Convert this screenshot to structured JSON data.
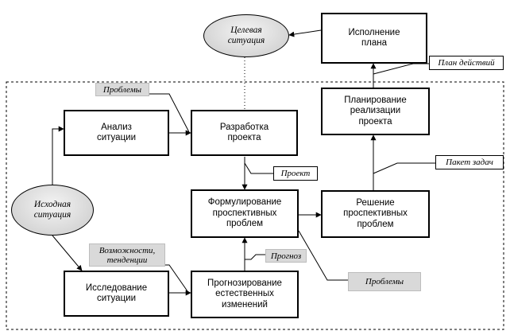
{
  "boxes": {
    "analysis": "Анализ\nситуации",
    "project_development": "Разработка\nпроекта",
    "formulation": "Формулирование\nпроспективных\nпроблем",
    "solution": "Решение\nпроспективных\nпроблем",
    "planning": "Планирование\nреализации\nпроекта",
    "execution": "Исполнение\nплана",
    "research": "Исследование\nситуации",
    "forecasting": "Прогнозирование\nестественных\nизменений"
  },
  "ellipses": {
    "target": "Целевая\nситуация",
    "initial": "Исходная\nситуация"
  },
  "tags": {
    "problems_top": "Проблемы",
    "project": "Проект",
    "forecast": "Прогноз",
    "possibilities": "Возможности,\nтенденции",
    "problems_bottom": "Проблемы",
    "task_package": "Пакет задач",
    "action_plan": "План действий"
  }
}
